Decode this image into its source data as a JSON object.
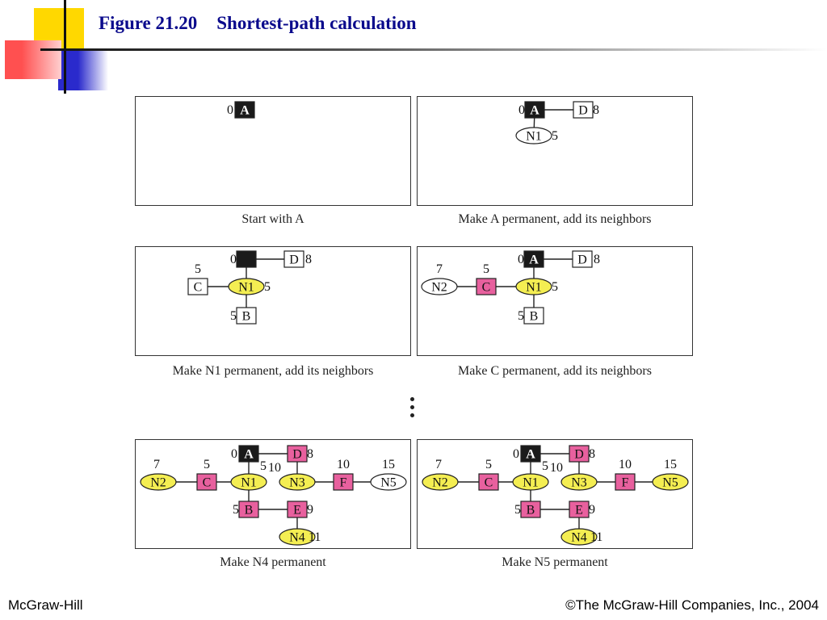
{
  "header": {
    "figure_label": "Figure 21.20",
    "title": "Shortest-path calculation"
  },
  "footer": {
    "publisher": "McGraw-Hill",
    "copyright": "©The McGraw-Hill Companies, Inc., 2004"
  },
  "colors": {
    "permanent_router": "#e8609e",
    "permanent_network": "#f4ee52",
    "source": "#1a1a1a",
    "title": "#0a0a8c"
  },
  "panels": [
    {
      "caption": "Start with A",
      "nodes": [
        {
          "id": "A",
          "label": "A",
          "kind": "router",
          "state": "source",
          "cost": "0"
        }
      ],
      "edges": []
    },
    {
      "caption": "Make A permanent, add its neighbors",
      "nodes": [
        {
          "id": "A",
          "label": "A",
          "kind": "router",
          "state": "source",
          "cost": "0"
        },
        {
          "id": "D",
          "label": "D",
          "kind": "router",
          "state": "tentative",
          "cost": "8"
        },
        {
          "id": "N1",
          "label": "N1",
          "kind": "network",
          "state": "tentative",
          "cost": "5"
        }
      ],
      "edges": [
        [
          "A",
          "D"
        ],
        [
          "A",
          "N1"
        ]
      ]
    },
    {
      "caption": "Make N1 permanent, add its neighbors",
      "nodes": [
        {
          "id": "A",
          "label": "",
          "kind": "router",
          "state": "source",
          "cost": "0"
        },
        {
          "id": "D",
          "label": "D",
          "kind": "router",
          "state": "tentative",
          "cost": "8"
        },
        {
          "id": "N1",
          "label": "N1",
          "kind": "network",
          "state": "permanent",
          "cost": "5"
        },
        {
          "id": "C",
          "label": "C",
          "kind": "router",
          "state": "tentative",
          "cost": "5"
        },
        {
          "id": "B",
          "label": "B",
          "kind": "router",
          "state": "tentative",
          "cost": "5"
        }
      ],
      "edges": [
        [
          "A",
          "D"
        ],
        [
          "A",
          "N1"
        ],
        [
          "C",
          "N1"
        ],
        [
          "N1",
          "B"
        ]
      ]
    },
    {
      "caption": "Make C permanent, add its neighbors",
      "nodes": [
        {
          "id": "A",
          "label": "A",
          "kind": "router",
          "state": "source",
          "cost": "0"
        },
        {
          "id": "D",
          "label": "D",
          "kind": "router",
          "state": "tentative",
          "cost": "8"
        },
        {
          "id": "N1",
          "label": "N1",
          "kind": "network",
          "state": "permanent",
          "cost": "5"
        },
        {
          "id": "C",
          "label": "C",
          "kind": "router",
          "state": "permanent",
          "cost": "5"
        },
        {
          "id": "N2",
          "label": "N2",
          "kind": "network",
          "state": "tentative",
          "cost": "7"
        },
        {
          "id": "B",
          "label": "B",
          "kind": "router",
          "state": "tentative",
          "cost": "5"
        }
      ],
      "edges": [
        [
          "A",
          "D"
        ],
        [
          "A",
          "N1"
        ],
        [
          "N2",
          "C"
        ],
        [
          "C",
          "N1"
        ],
        [
          "N1",
          "B"
        ]
      ]
    },
    {
      "caption": "Make N4 permanent",
      "nodes": [
        {
          "id": "N2",
          "label": "N2",
          "kind": "network",
          "state": "permanent",
          "cost": "7"
        },
        {
          "id": "C",
          "label": "C",
          "kind": "router",
          "state": "permanent",
          "cost": "5"
        },
        {
          "id": "N1",
          "label": "N1",
          "kind": "network",
          "state": "permanent",
          "cost": "5"
        },
        {
          "id": "A",
          "label": "A",
          "kind": "router",
          "state": "source",
          "cost": "0"
        },
        {
          "id": "D",
          "label": "D",
          "kind": "router",
          "state": "permanent",
          "cost": "8"
        },
        {
          "id": "N3",
          "label": "N3",
          "kind": "network",
          "state": "permanent",
          "cost": "10"
        },
        {
          "id": "F",
          "label": "F",
          "kind": "router",
          "state": "permanent",
          "cost": "10"
        },
        {
          "id": "N5",
          "label": "N5",
          "kind": "network",
          "state": "tentative",
          "cost": "15"
        },
        {
          "id": "B",
          "label": "B",
          "kind": "router",
          "state": "permanent",
          "cost": "5"
        },
        {
          "id": "E",
          "label": "E",
          "kind": "router",
          "state": "permanent",
          "cost": "9"
        },
        {
          "id": "N4",
          "label": "N4",
          "kind": "network",
          "state": "permanent",
          "cost": "11"
        }
      ],
      "edges": [
        [
          "N2",
          "C"
        ],
        [
          "C",
          "N1"
        ],
        [
          "A",
          "N1"
        ],
        [
          "A",
          "D"
        ],
        [
          "D",
          "N3"
        ],
        [
          "N3",
          "F"
        ],
        [
          "F",
          "N5"
        ],
        [
          "N1",
          "B"
        ],
        [
          "B",
          "E"
        ],
        [
          "E",
          "N4"
        ]
      ]
    },
    {
      "caption": "Make N5 permanent",
      "nodes": [
        {
          "id": "N2",
          "label": "N2",
          "kind": "network",
          "state": "permanent",
          "cost": "7"
        },
        {
          "id": "C",
          "label": "C",
          "kind": "router",
          "state": "permanent",
          "cost": "5"
        },
        {
          "id": "N1",
          "label": "N1",
          "kind": "network",
          "state": "permanent",
          "cost": "5"
        },
        {
          "id": "A",
          "label": "A",
          "kind": "router",
          "state": "source",
          "cost": "0"
        },
        {
          "id": "D",
          "label": "D",
          "kind": "router",
          "state": "permanent",
          "cost": "8"
        },
        {
          "id": "N3",
          "label": "N3",
          "kind": "network",
          "state": "permanent",
          "cost": "10"
        },
        {
          "id": "F",
          "label": "F",
          "kind": "router",
          "state": "permanent",
          "cost": "10"
        },
        {
          "id": "N5",
          "label": "N5",
          "kind": "network",
          "state": "permanent",
          "cost": "15"
        },
        {
          "id": "B",
          "label": "B",
          "kind": "router",
          "state": "permanent",
          "cost": "5"
        },
        {
          "id": "E",
          "label": "E",
          "kind": "router",
          "state": "permanent",
          "cost": "9"
        },
        {
          "id": "N4",
          "label": "N4",
          "kind": "network",
          "state": "permanent",
          "cost": "11"
        }
      ],
      "edges": [
        [
          "N2",
          "C"
        ],
        [
          "C",
          "N1"
        ],
        [
          "A",
          "N1"
        ],
        [
          "A",
          "D"
        ],
        [
          "D",
          "N3"
        ],
        [
          "N3",
          "F"
        ],
        [
          "F",
          "N5"
        ],
        [
          "N1",
          "B"
        ],
        [
          "B",
          "E"
        ],
        [
          "E",
          "N4"
        ]
      ]
    }
  ]
}
